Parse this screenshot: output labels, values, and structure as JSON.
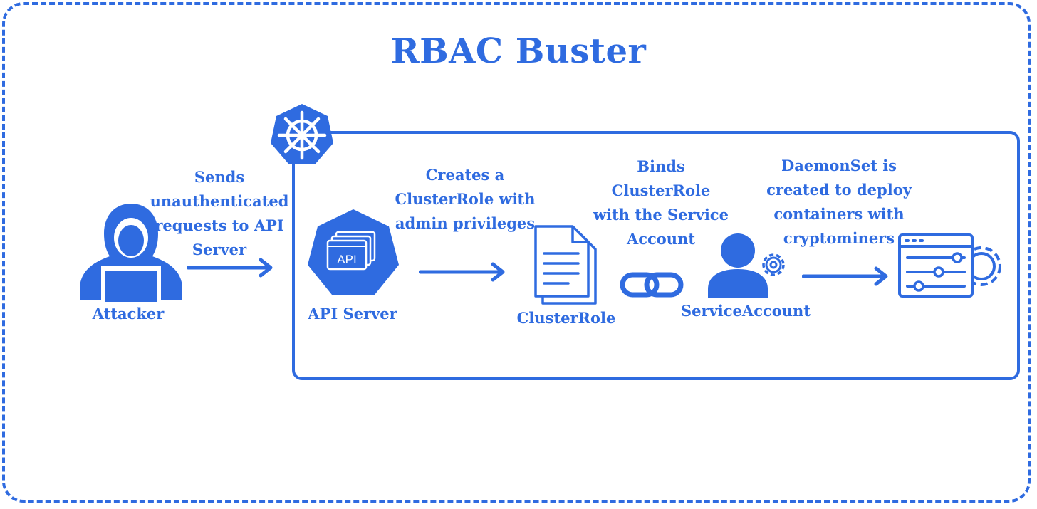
{
  "title": "RBAC Buster",
  "nodes": {
    "attacker": "Attacker",
    "api_server": "API Server",
    "api_badge": "API",
    "cluster_role": "ClusterRole",
    "service_account": "ServiceAccount"
  },
  "steps": {
    "send": [
      "Sends",
      "unauthenticated",
      "requests to API",
      "Server"
    ],
    "create": [
      "Creates a",
      "ClusterRole with",
      "admin privileges"
    ],
    "bind": [
      "Binds",
      "ClusterRole",
      "with the Service",
      "Account"
    ],
    "deploy": [
      "DaemonSet is",
      "created to deploy",
      "containers with",
      "cryptominers"
    ]
  },
  "colors": {
    "accent": "#2f6be0",
    "background": "#ffffff"
  }
}
